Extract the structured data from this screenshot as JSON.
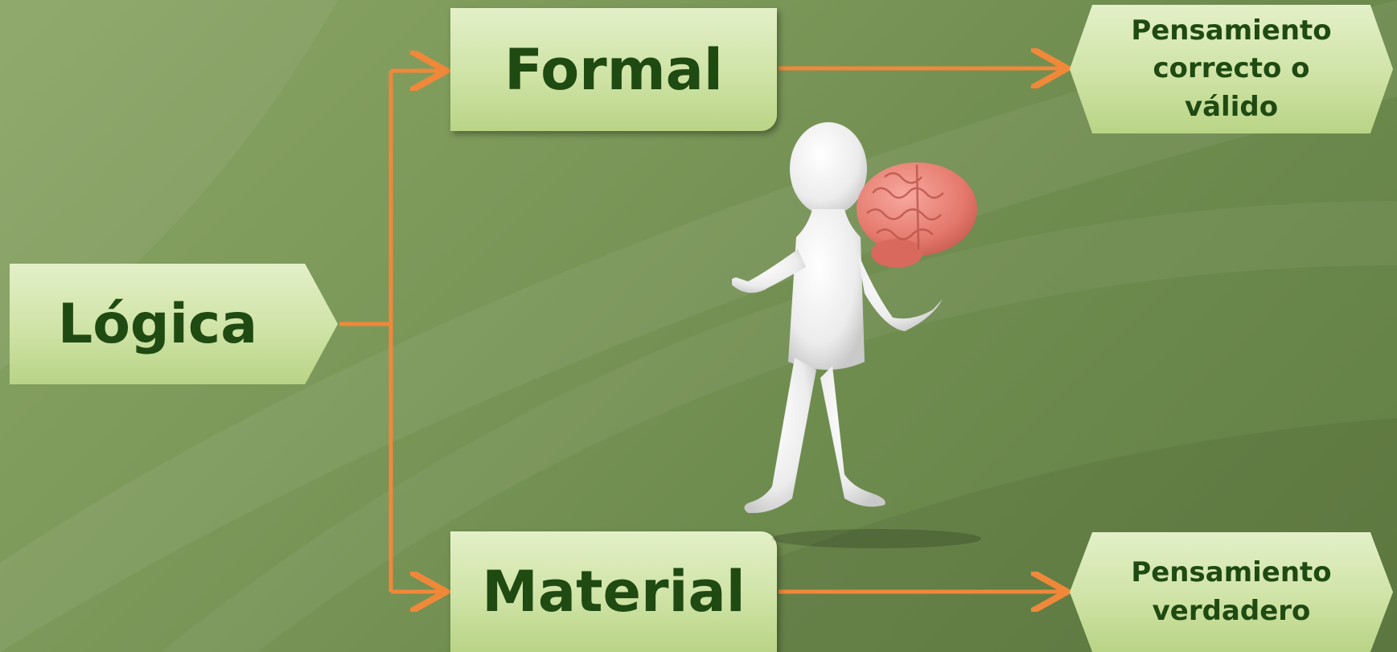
{
  "diagram": {
    "root": {
      "label": "Lógica"
    },
    "branches": [
      {
        "label": "Formal",
        "result_lines": [
          "Pensamiento",
          "correcto o",
          "válido"
        ]
      },
      {
        "label": "Material",
        "result_lines": [
          "Pensamiento",
          "verdadero"
        ]
      }
    ],
    "colors": {
      "background": "#7e9a5b",
      "box_fill": "#cfe3a6",
      "text": "#1f4a12",
      "connector": "#f0883a",
      "brain": "#e8857a"
    },
    "icons": [
      "person-figure-icon",
      "brain-icon"
    ]
  }
}
